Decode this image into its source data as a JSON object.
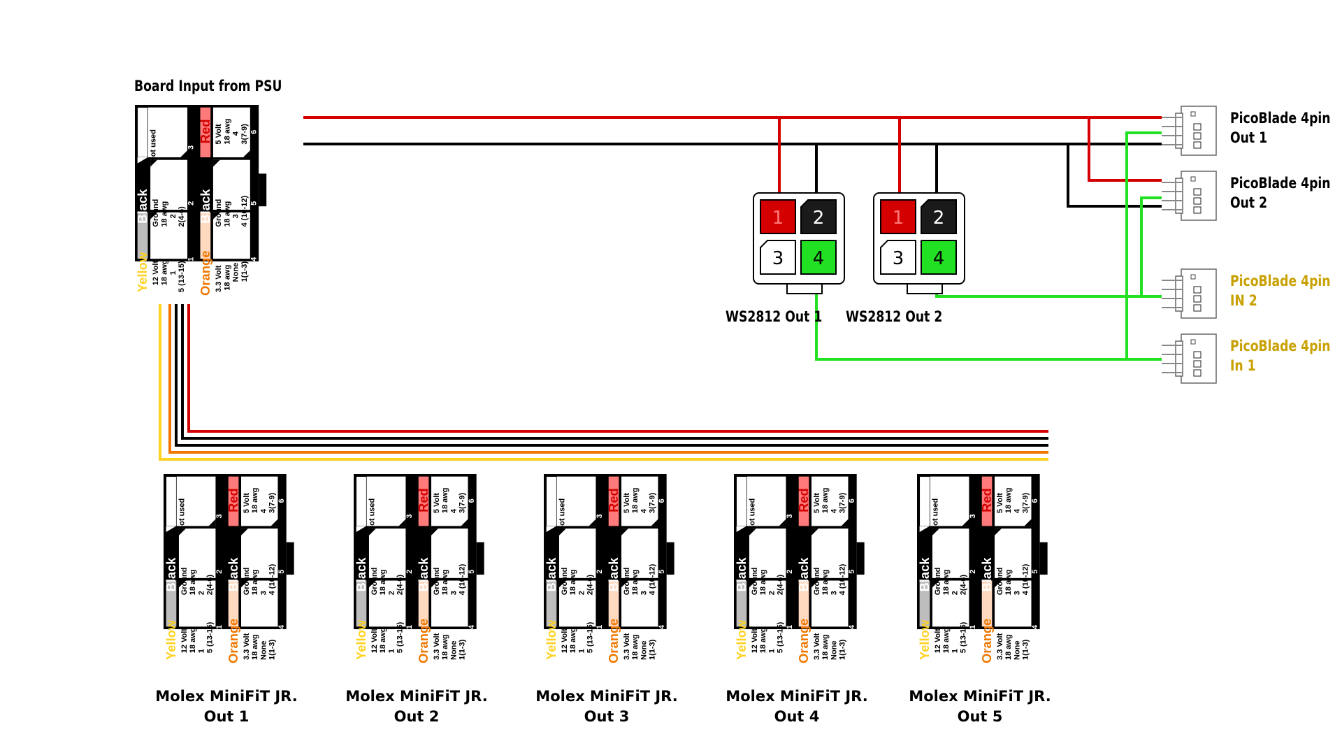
{
  "psu_board": {
    "title": "Board Input from PSU",
    "top_left": {
      "label": "Not used",
      "pin": "3"
    },
    "mid_left": {
      "color_label": "Black",
      "lines": [
        "Ground",
        "18 awg",
        "2",
        "2(4-6)"
      ],
      "pin": "2"
    },
    "bot_left": {
      "color_label": "Yellow",
      "lines": [
        "12 Volt",
        "18 awg",
        "1",
        "5 (13-15)"
      ],
      "pin": "1"
    },
    "top_right": {
      "color_label": "Red",
      "lines": [
        "5 Volt",
        "18 awg",
        "4",
        "3(7-9)"
      ],
      "pin": "6"
    },
    "mid_right": {
      "color_label": "Black",
      "lines": [
        "Ground",
        "18 awg",
        "3",
        "4 (10-12)"
      ],
      "pin": "5"
    },
    "bot_right": {
      "color_label": "Orange",
      "lines": [
        "3.3 Volt",
        "18 awg",
        "None",
        "1(1-3)"
      ],
      "pin": "4"
    }
  },
  "molex_outputs": [
    {
      "title_line1": "Molex MiniFiT JR.",
      "title_line2": "Out 1"
    },
    {
      "title_line1": "Molex MiniFiT JR.",
      "title_line2": "Out 2"
    },
    {
      "title_line1": "Molex MiniFiT JR.",
      "title_line2": "Out 3"
    },
    {
      "title_line1": "Molex MiniFiT JR.",
      "title_line2": "Out 4"
    },
    {
      "title_line1": "Molex MiniFiT JR.",
      "title_line2": "Out 5"
    }
  ],
  "ws2812_outputs": [
    {
      "label": "WS2812 Out 1",
      "pins": [
        "1",
        "2",
        "3",
        "4"
      ]
    },
    {
      "label": "WS2812 Out 2",
      "pins": [
        "1",
        "2",
        "3",
        "4"
      ]
    }
  ],
  "picoblade": [
    {
      "line1": "PicoBlade 4pin",
      "line2": "Out 1",
      "color": "#000000"
    },
    {
      "line1": "PicoBlade 4pin",
      "line2": "Out 2",
      "color": "#000000"
    },
    {
      "line1": "PicoBlade 4pin",
      "line2": "IN 2",
      "color": "#c8a000"
    },
    {
      "line1": "PicoBlade 4pin",
      "line2": "In 1",
      "color": "#c8a000"
    }
  ],
  "colors": {
    "red_wire": "#d40000",
    "black_wire": "#000000",
    "green_wire": "#22e022",
    "yellow_wire": "#ffd21f",
    "orange_wire": "#f07800",
    "red_label_bg": "#ff7a7a",
    "orange_label_bg": "#ffd9c0",
    "yellow_label_bg": "#bdbdbd"
  }
}
